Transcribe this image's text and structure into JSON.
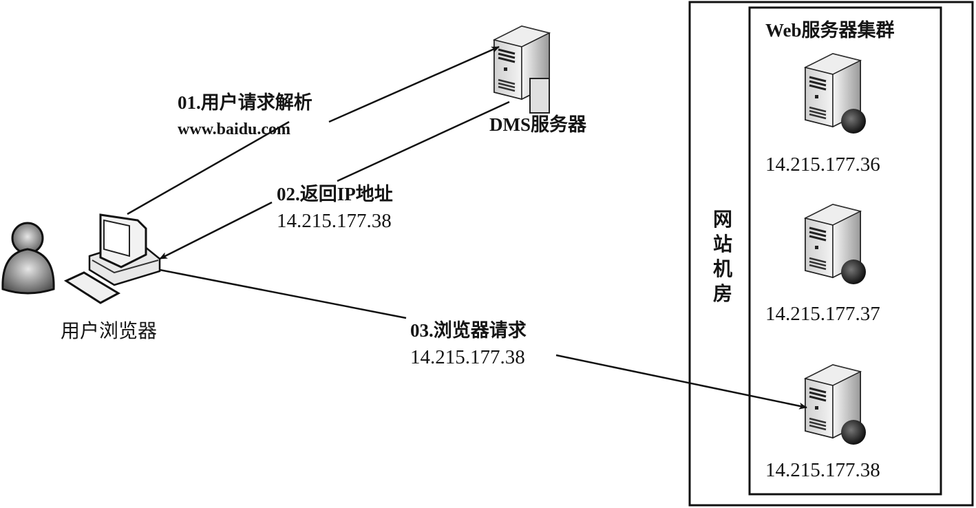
{
  "nodes": {
    "user_browser": {
      "label": "用户浏览器"
    },
    "dms_server": {
      "label": "DMS服务器"
    },
    "datacenter": {
      "label": "网站机房",
      "cluster": {
        "label": "Web服务器集群",
        "servers": [
          {
            "ip": "14.215.177.36"
          },
          {
            "ip": "14.215.177.37"
          },
          {
            "ip": "14.215.177.38"
          }
        ]
      }
    }
  },
  "edges": [
    {
      "step": "01.用户请求解析",
      "detail": "www.baidu.com",
      "from": "user_browser",
      "to": "dms_server"
    },
    {
      "step": "02.返回IP地址",
      "detail": "14.215.177.38",
      "from": "dms_server",
      "to": "user_browser"
    },
    {
      "step": "03.浏览器请求",
      "detail": "14.215.177.38",
      "from": "user_browser",
      "to": "server-3"
    }
  ],
  "colors": {
    "line": "#111111",
    "background": "#ffffff"
  }
}
